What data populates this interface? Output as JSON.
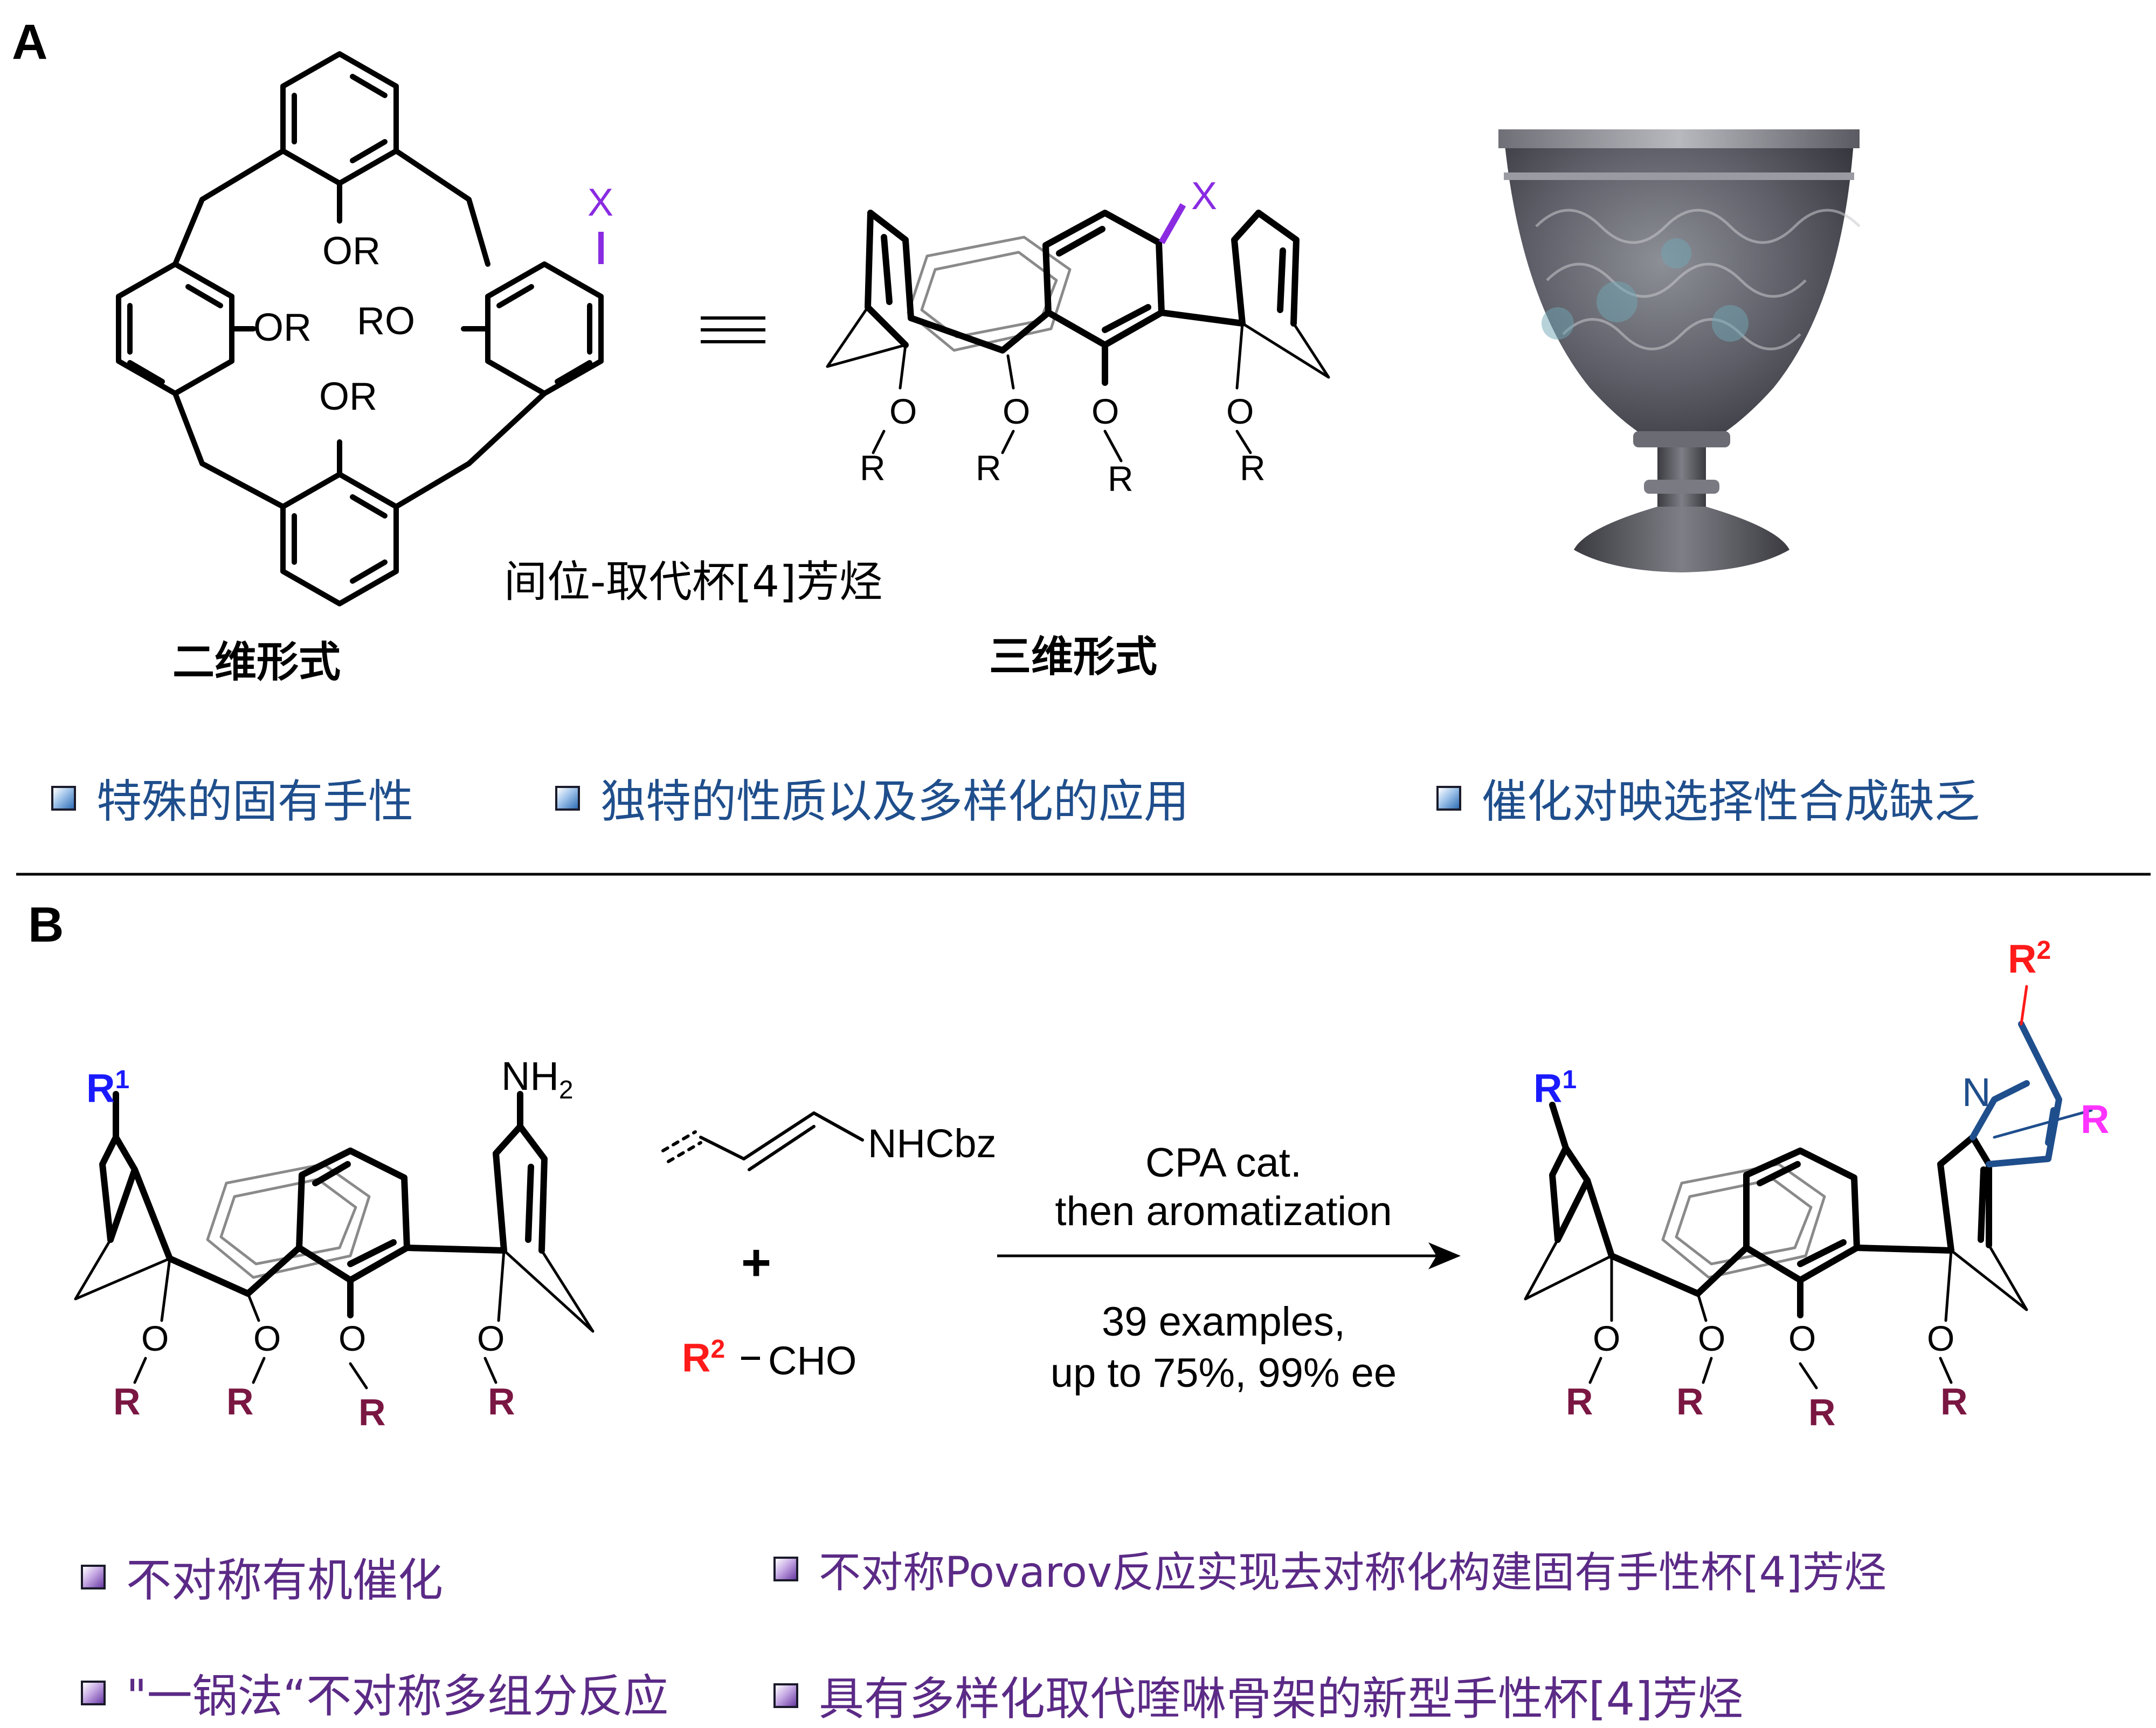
{
  "panel_a": {
    "letter": "A",
    "x_label": "X",
    "or_label": "OR",
    "ro_label": "RO",
    "o_label": "O",
    "r_label": "R",
    "equiv_symbol": "≡",
    "title": "间位-取代杯[4]芳烃",
    "caption_2d": "二维形式",
    "caption_3d": "三维形式",
    "bullets": [
      "特殊的固有手性",
      "独特的性质以及多样化的应用",
      "催化对映选择性合成缺乏"
    ]
  },
  "panel_b": {
    "letter": "B",
    "r1_label": "R",
    "r1_sup": "1",
    "nh2_label": "NH",
    "nh2_sub": "2",
    "nhcbz_label": "NHCbz",
    "plus": "+",
    "r2_label": "R",
    "r2_sup": "2",
    "cho_label": "CHO",
    "condition_line1": "CPA cat.",
    "condition_line2": "then aromatization",
    "condition_line3": "39 examples,",
    "condition_line4": "up to 75%, 99% ee",
    "n_label": "N",
    "r_label": "R",
    "o_label": "O",
    "bullets": [
      "不对称有机催化",
      "不对称Povarov反应实现去对称化构建固有手性杯[4]芳烃",
      "\"一锅法“不对称多组分反应",
      "具有多样化取代喹啉骨架的新型手性杯[4]芳烃"
    ]
  },
  "colors": {
    "x_purple": "#8a2be2",
    "r_maroon": "#7a1642",
    "r1_blue": "#1a1aff",
    "r2_red": "#ff1a1a",
    "r_magenta": "#ff33ff",
    "quinoline_blue": "#1f4e8c",
    "bullet_blue_text": "#1f4e8c",
    "bullet_purple_text": "#5b2a86"
  },
  "icons": [
    "cup-photo",
    "bullet-square-icon",
    "reaction-arrow-icon"
  ]
}
